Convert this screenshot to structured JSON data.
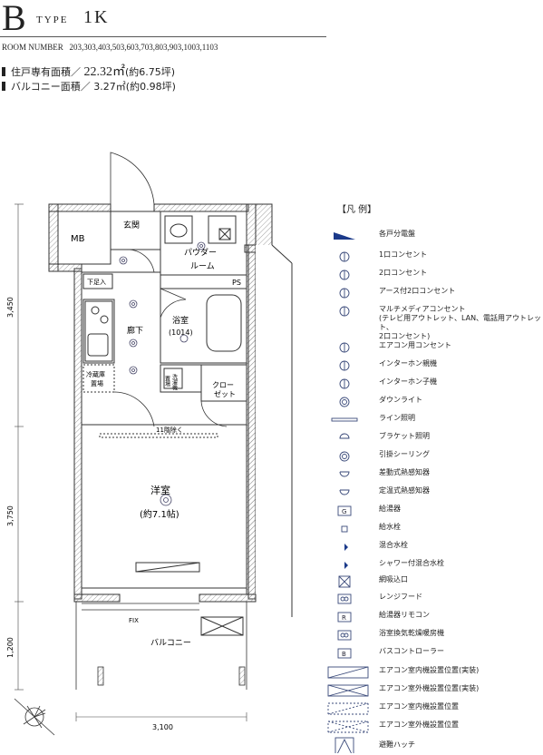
{
  "header": {
    "letter": "B",
    "type_label": "TYPE",
    "name": "1K",
    "rooms_label": "ROOM NUMBER",
    "rooms": "203,303,403,503,603,703,803,903,1003,1103"
  },
  "areas": {
    "private_label": "住戸専有面積／",
    "private_value": "22.32㎡",
    "private_tsubo": "(約6.75坪)",
    "balcony_label": "バルコニー面積／",
    "balcony_value": "3.27㎡",
    "balcony_tsubo": "(約0.98坪)"
  },
  "plan": {
    "mb": "MB",
    "genkan": "玄関",
    "powder_1": "パウダー",
    "powder_2": "ルーム",
    "ps": "PS",
    "geta": "下足入",
    "rouka": "廊下",
    "bath_1": "浴室",
    "bath_2": "(1014)",
    "fridge_1": "冷蔵庫",
    "fridge_2": "置場",
    "washer_1": "洗濯機",
    "washer_2": "置場",
    "closet_1": "クロー",
    "closet_2": "ゼット",
    "jyou": "11階除く",
    "youshitsu": "洋室",
    "youshitsu_size": "(約7.1帖)",
    "fix": "FIX",
    "balcony": "バルコニー",
    "dim_v1": "3,450",
    "dim_v2": "3,750",
    "dim_v3": "1,200",
    "dim_h": "3,100"
  },
  "legend": {
    "title": "【凡 例】",
    "items": [
      {
        "icon": "distribution-panel-icon",
        "label": "各戸分電盤"
      },
      {
        "icon": "single-outlet-icon",
        "label": "1口コンセント"
      },
      {
        "icon": "double-outlet-icon",
        "label": "2口コンセント"
      },
      {
        "icon": "grounded-outlet-icon",
        "label": "アース付2口コンセント"
      },
      {
        "icon": "multimedia-outlet-icon",
        "label": "マルチメディアコンセント\n(テレビ用アウトレット、LAN、電話用アウトレット、\n2口コンセント)"
      },
      {
        "icon": "aircon-outlet-icon",
        "label": "エアコン用コンセント"
      },
      {
        "icon": "intercom-master-icon",
        "label": "インターホン親機"
      },
      {
        "icon": "intercom-slave-icon",
        "label": "インターホン子機"
      },
      {
        "icon": "downlight-icon",
        "label": "ダウンライト"
      },
      {
        "icon": "line-light-icon",
        "label": "ライン照明"
      },
      {
        "icon": "bracket-light-icon",
        "label": "ブラケット照明"
      },
      {
        "icon": "ceiling-hook-icon",
        "label": "引掛シーリング"
      },
      {
        "icon": "rate-of-rise-detector-icon",
        "label": "差動式熱感知器"
      },
      {
        "icon": "fixed-temp-detector-icon",
        "label": "定温式熱感知器"
      },
      {
        "icon": "water-heater-icon",
        "label": "給湯器"
      },
      {
        "icon": "water-tap-icon",
        "label": "給水栓"
      },
      {
        "icon": "mixing-tap-icon",
        "label": "混合水栓"
      },
      {
        "icon": "shower-tap-icon",
        "label": "シャワー付混合水栓"
      },
      {
        "icon": "air-inlet-icon",
        "label": "網吸込口"
      },
      {
        "icon": "range-hood-icon",
        "label": "レンジフード"
      },
      {
        "icon": "heater-remote-icon",
        "label": "給湯器リモコン"
      },
      {
        "icon": "bath-dryer-icon",
        "label": "浴室換気乾燥暖房機"
      },
      {
        "icon": "bath-controller-icon",
        "label": "バスコントローラー"
      },
      {
        "icon": "aircon-indoor-actual-icon",
        "label": "エアコン室内機設置位置(実装)"
      },
      {
        "icon": "aircon-outdoor-actual-icon",
        "label": "エアコン室外機設置位置(実装)"
      },
      {
        "icon": "aircon-indoor-icon",
        "label": "エアコン室内機設置位置"
      },
      {
        "icon": "aircon-outdoor-icon",
        "label": "エアコン室外機設置位置"
      },
      {
        "icon": "escape-hatch-icon",
        "label": "避難ハッチ"
      }
    ],
    "g": "G",
    "r": "R",
    "b": "B"
  }
}
